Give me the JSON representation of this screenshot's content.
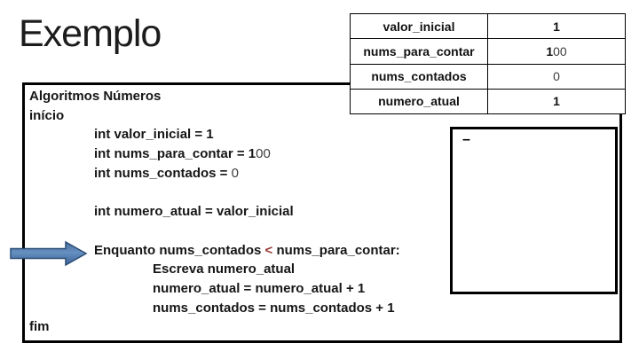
{
  "title": "Exemplo",
  "colors": {
    "arrow_fill_top": "#4a70a2",
    "arrow_fill_mid": "#6590c0",
    "arrow_fill_bottom": "#3f639a",
    "arrow_stroke": "#2c4d75",
    "red_operator": "#953735"
  },
  "table": {
    "rows": [
      {
        "label": "valor_inicial",
        "value": [
          {
            "t": "1"
          }
        ]
      },
      {
        "label": "nums_para_contar",
        "value": [
          {
            "t": "1"
          },
          {
            "t": "00",
            "s": "thin"
          }
        ]
      },
      {
        "label": "nums_contados",
        "value": [
          {
            "t": "0",
            "s": "thin"
          }
        ]
      },
      {
        "label": "numero_atual",
        "value": [
          {
            "t": "1"
          }
        ]
      }
    ]
  },
  "code": {
    "lines": [
      {
        "indent": 0,
        "parts": [
          {
            "t": "Algoritmos Números"
          }
        ]
      },
      {
        "indent": 0,
        "parts": [
          {
            "t": "início"
          }
        ]
      },
      {
        "indent": 1,
        "parts": [
          {
            "t": "int valor_inicial = 1"
          }
        ]
      },
      {
        "indent": 1,
        "parts": [
          {
            "t": "int nums_para_contar = 1"
          },
          {
            "t": "00",
            "s": "thin"
          }
        ]
      },
      {
        "indent": 1,
        "parts": [
          {
            "t": "int nums_contados = "
          },
          {
            "t": "0",
            "s": "thin"
          }
        ]
      },
      {
        "indent": 0,
        "parts": []
      },
      {
        "indent": 1,
        "parts": [
          {
            "t": "int numero_atual = valor_inicial"
          }
        ]
      },
      {
        "indent": 0,
        "parts": []
      },
      {
        "indent": 1,
        "parts": [
          {
            "t": "Enquanto nums_contados "
          },
          {
            "t": "<",
            "s": "red"
          },
          {
            "t": " nums_para_contar:"
          }
        ]
      },
      {
        "indent": 2,
        "parts": [
          {
            "t": "Escreva numero_atual"
          }
        ]
      },
      {
        "indent": 2,
        "parts": [
          {
            "t": "numero_atual = numero_atual + 1"
          }
        ]
      },
      {
        "indent": 2,
        "parts": [
          {
            "t": "nums_contados = nums_contados + 1"
          }
        ]
      },
      {
        "indent": 0,
        "parts": [
          {
            "t": "fim"
          }
        ]
      }
    ]
  },
  "console": {
    "cursor": "–"
  }
}
